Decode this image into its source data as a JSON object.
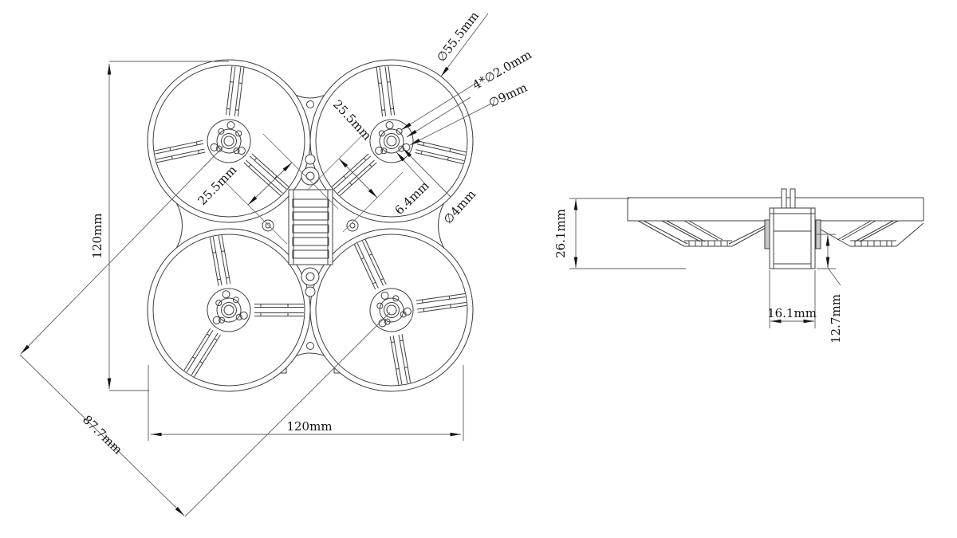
{
  "drawing": {
    "labels": {
      "height_overall": "120mm",
      "width_overall": "120mm",
      "diagonal": "87.7mm",
      "duct_diameter": "∅55.5mm",
      "mount_holes": "4*∅2.0mm",
      "hub_boss_diameter": "∅9mm",
      "pitch_left": "25.5mm",
      "pitch_right": "25.5mm",
      "hole_pitch": "6.4mm",
      "shaft_hole_diameter": "∅4mm",
      "side_height": "26.1mm",
      "pod_width": "16.1mm",
      "pod_depth": "12.7mm"
    },
    "colors": {
      "line": "#3f3f3f",
      "text": "#141414",
      "background": "#ffffff"
    }
  }
}
